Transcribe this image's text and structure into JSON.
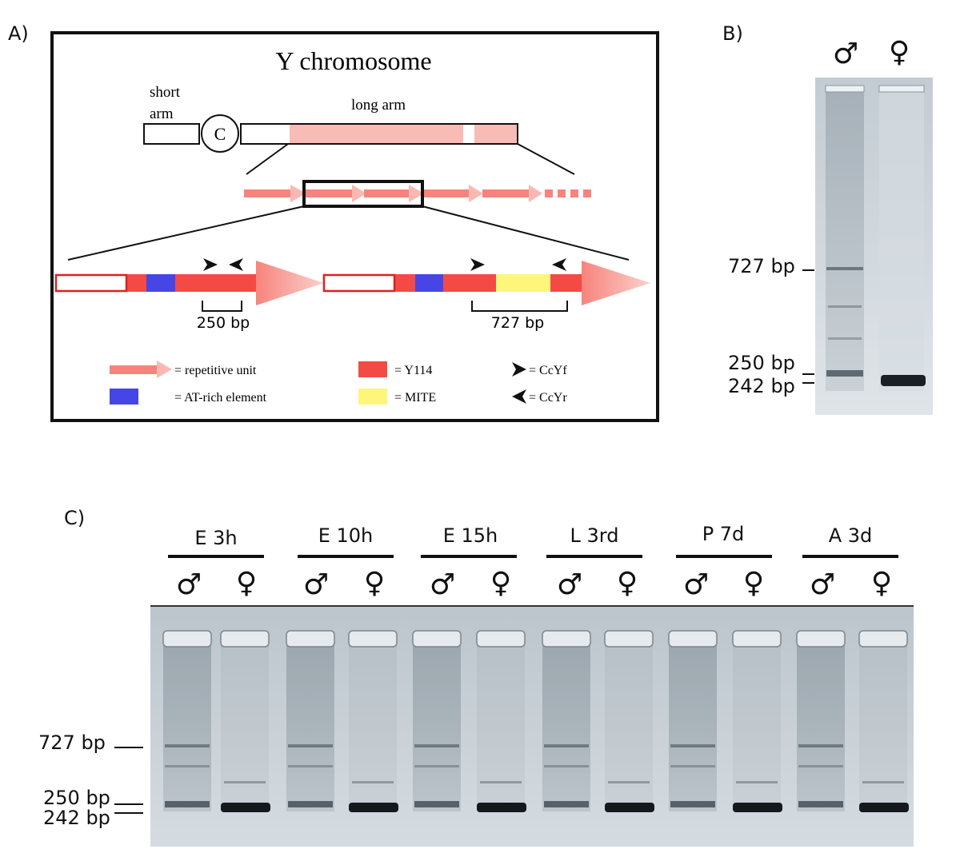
{
  "panels": {
    "a_label": "A)",
    "b_label": "B)",
    "c_label": "C)"
  },
  "diagram": {
    "title": "Y chromosome",
    "short_arm_label": [
      "short",
      "arm"
    ],
    "centromere_label": "C",
    "long_arm_label": "long arm",
    "fragment_left_size": "250 bp",
    "fragment_right_size": "727 bp",
    "legend": {
      "repetitive_unit": "= repetitive unit",
      "at_rich": "= AT-rich element",
      "y114": "= Y114",
      "mite": "= MITE",
      "ccyf": "= CcYf",
      "ccyr": "= CcYr"
    },
    "colors": {
      "repeat_pink": "#f7847c",
      "long_arm_fill": "#f8bcb6",
      "y114_red": "#f44a46",
      "at_rich_blue": "#4646e6",
      "mite_yellow": "#fdf67a",
      "box_outline_red": "#e02020"
    }
  },
  "gel_b": {
    "male_symbol": "♂",
    "female_symbol": "♀",
    "markers": [
      "727 bp",
      "250 bp",
      "242 bp"
    ]
  },
  "gel_c": {
    "markers": [
      "727 bp",
      "250 bp",
      "242 bp"
    ],
    "groups": [
      {
        "label": "E 3h",
        "male": "♂",
        "female": "♀"
      },
      {
        "label": "E 10h",
        "male": "♂",
        "female": "♀"
      },
      {
        "label": "E 15h",
        "male": "♂",
        "female": "♀"
      },
      {
        "label": "L 3rd",
        "male": "♂",
        "female": "♀"
      },
      {
        "label": "P 7d",
        "male": "♂",
        "female": "♀"
      },
      {
        "label": "A 3d",
        "male": "♂",
        "female": "♀"
      }
    ]
  }
}
